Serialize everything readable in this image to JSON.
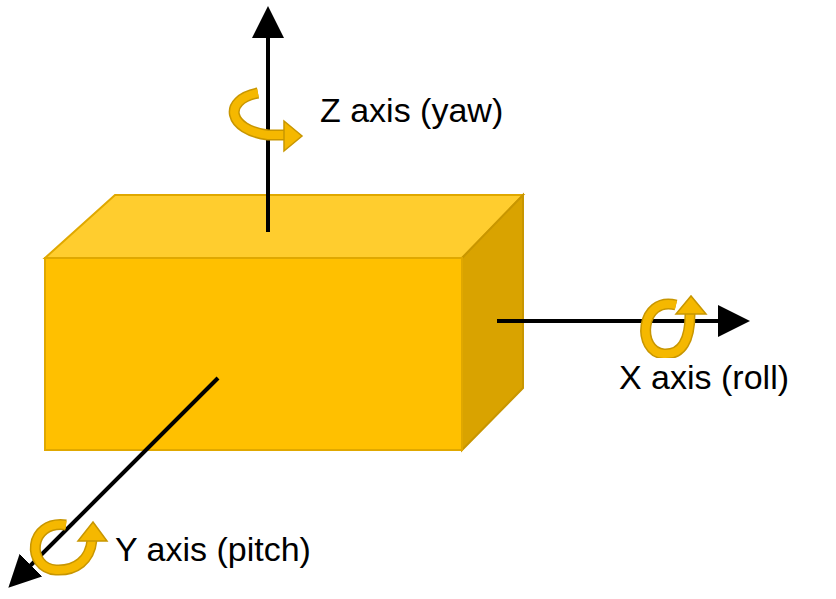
{
  "diagram": {
    "labels": [
      "Z axis (yaw)",
      "X axis (roll)",
      "Y axis (pitch)"
    ]
  }
}
